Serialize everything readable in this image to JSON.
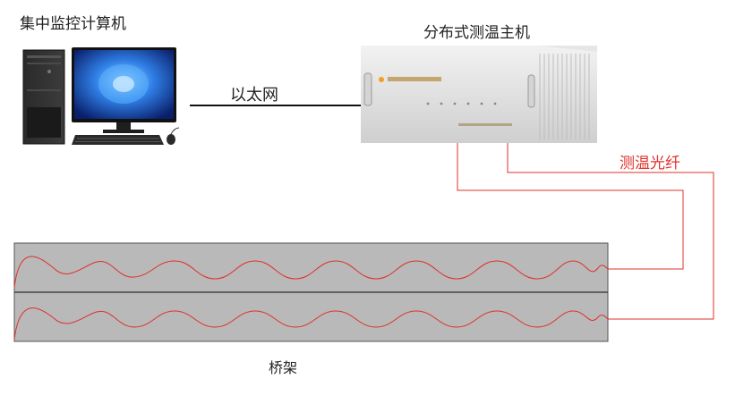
{
  "labels": {
    "monitor_pc": "集中监控计算机",
    "host": "分布式测温主机",
    "ethernet": "以太网",
    "fiber": "测温光纤",
    "tray": "桥架"
  },
  "colors": {
    "fiber": "#e0302a",
    "tray_fill": "#b9b9b9",
    "tray_border": "#555555",
    "monitor_accent": "#2f7fe6"
  }
}
